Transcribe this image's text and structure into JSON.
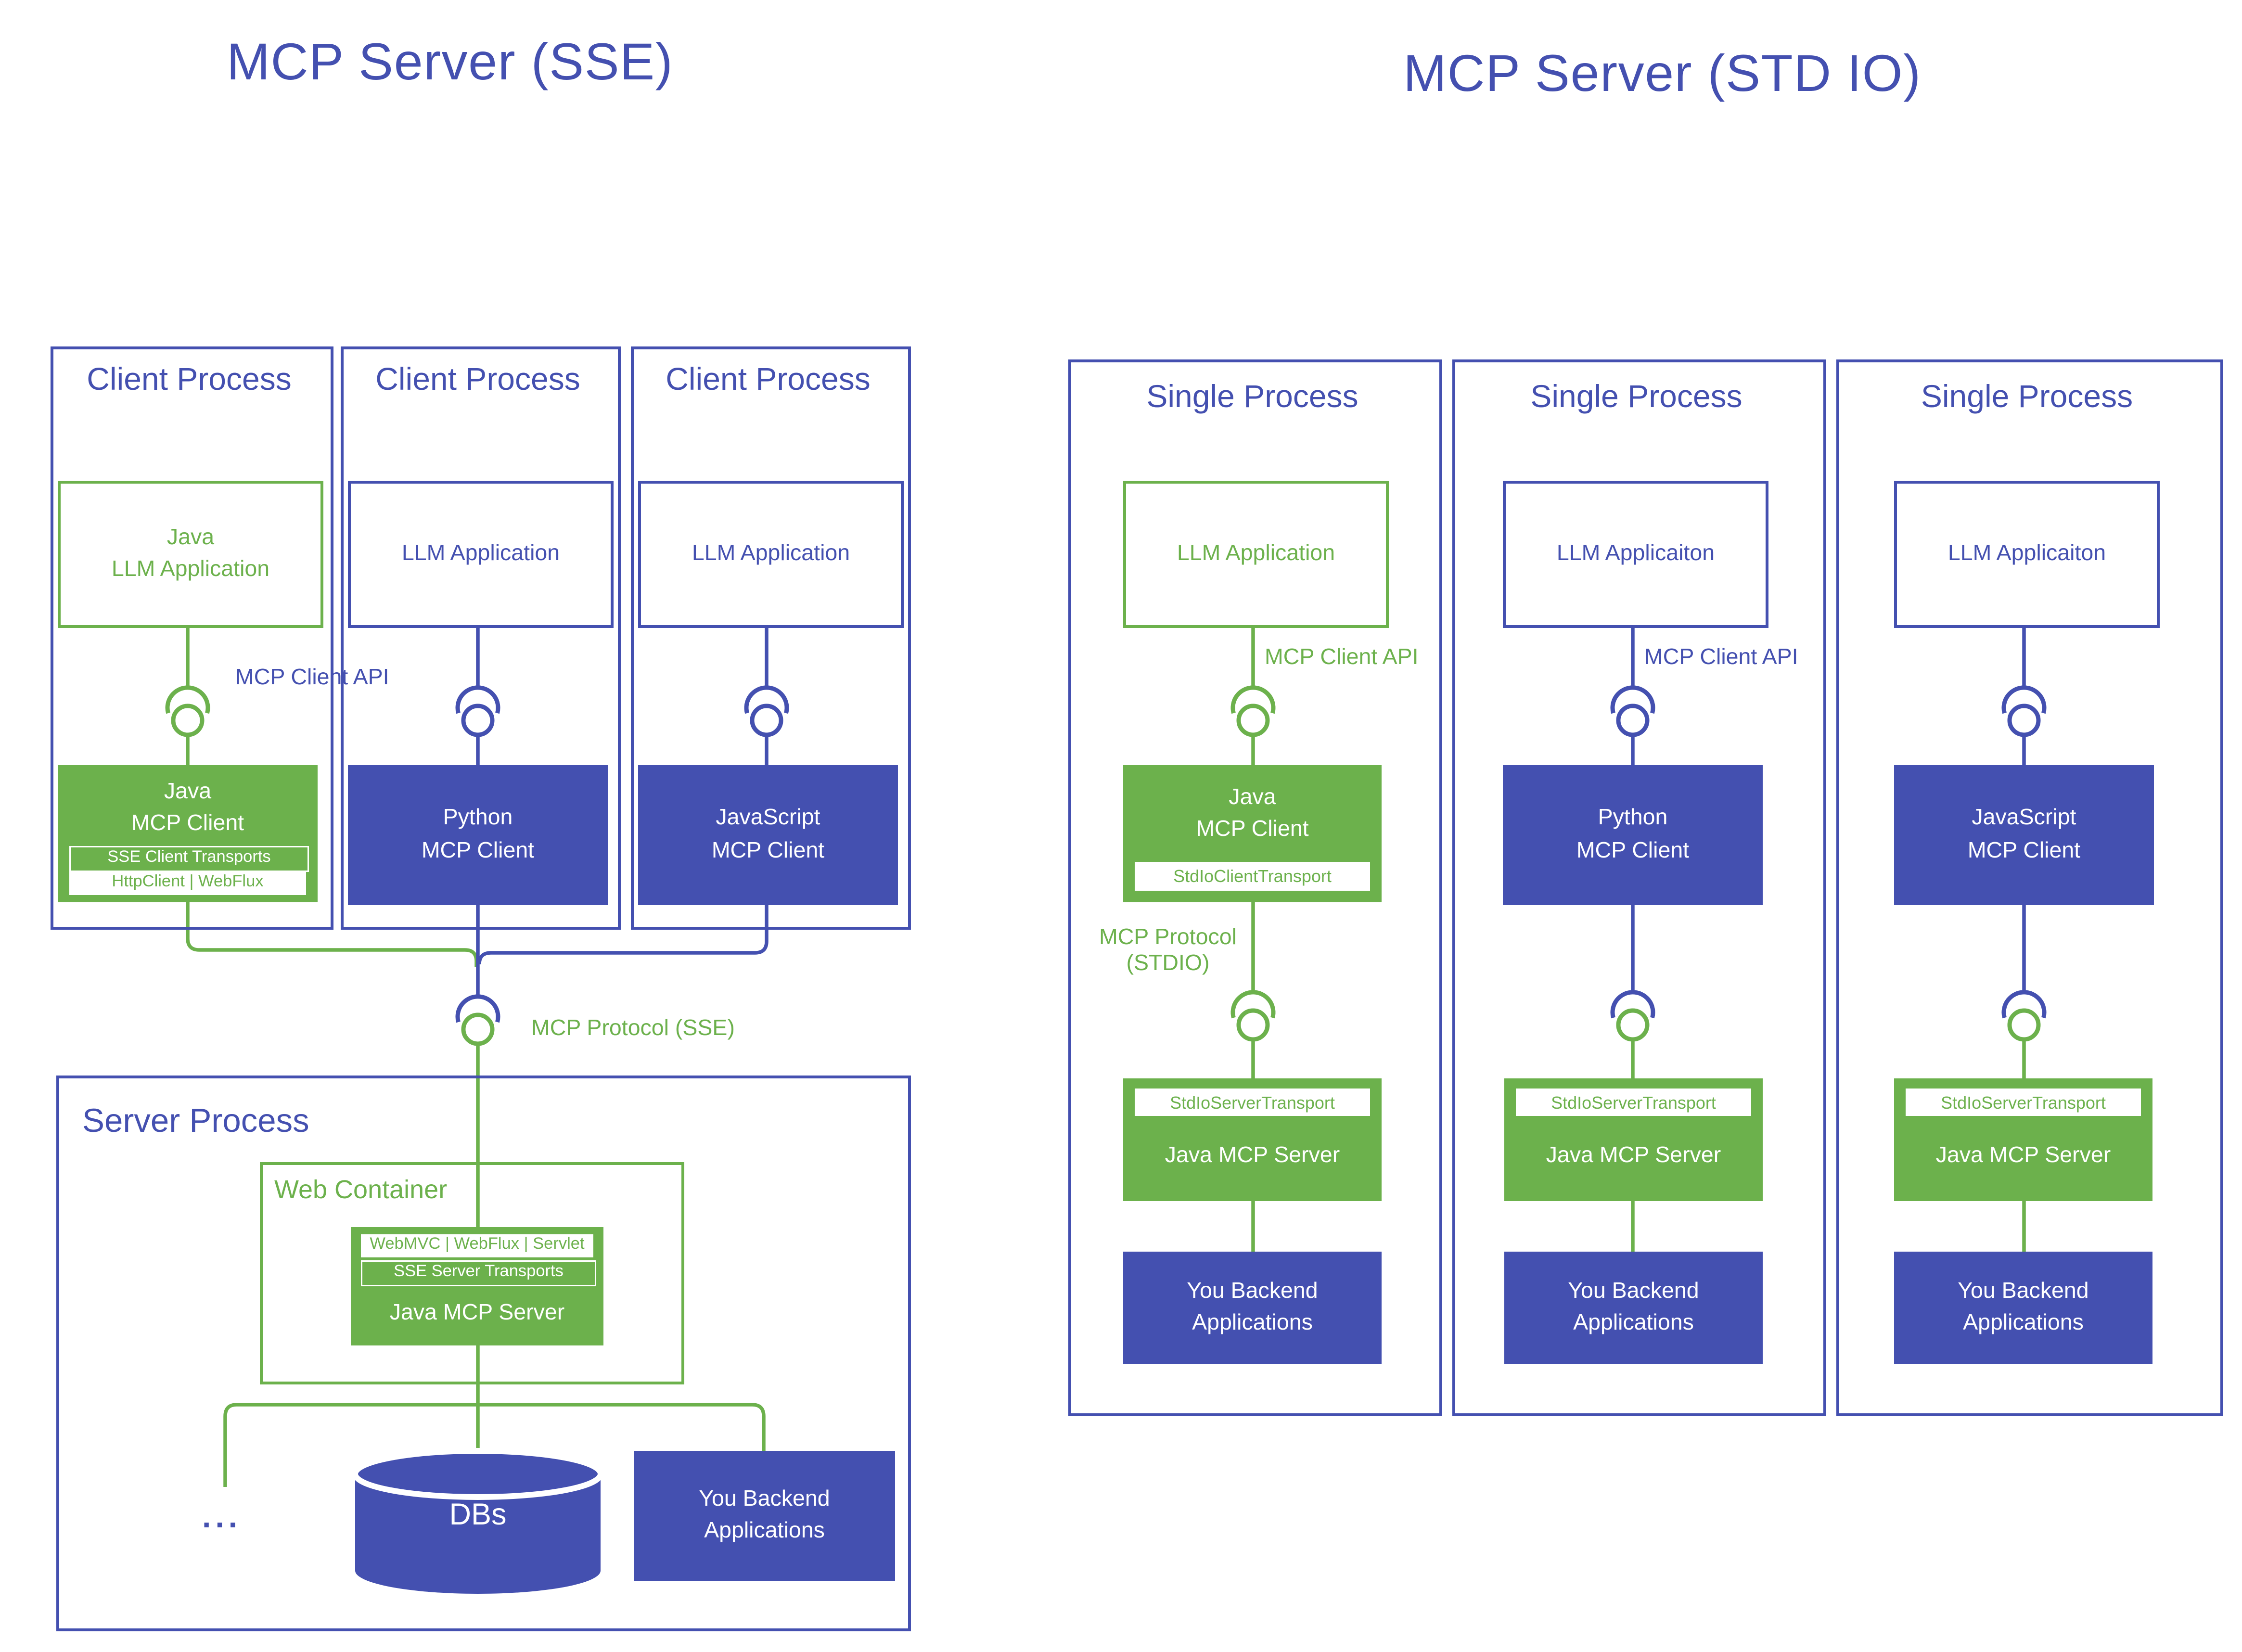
{
  "colors": {
    "green": "#6CB14C",
    "blue": "#4450B0"
  },
  "left": {
    "title": "MCP Server (SSE)",
    "client_api_label": "MCP Client API",
    "protocol_label": "MCP Protocol (SSE)",
    "clients": [
      {
        "frame": "Client Process",
        "app": "Java\nLLM Application",
        "client": "Java\nMCP Client",
        "transports": "SSE Client Transports",
        "impls": "HttpClient | WebFlux"
      },
      {
        "frame": "Client Process",
        "app": "LLM Application",
        "client": "Python\nMCP Client"
      },
      {
        "frame": "Client Process",
        "app": "LLM Application",
        "client": "JavaScript\nMCP Client"
      }
    ],
    "server": {
      "frame": "Server Process",
      "container": "Web Container",
      "frameworks": "WebMVC | WebFlux | Servlet",
      "transports": "SSE Server Transports",
      "name": "Java MCP Server",
      "ellipsis": "...",
      "db": "DBs",
      "backend": "You Backend\nApplications"
    }
  },
  "right": {
    "title": "MCP Server (STD IO)",
    "columns": [
      {
        "frame": "Single Process",
        "app": "LLM Application",
        "api_label": "MCP Client API",
        "client": "Java\nMCP Client",
        "client_transport": "StdIoClientTransport",
        "protocol_label": "MCP Protocol\n(STDIO)",
        "server_transport": "StdIoServerTransport",
        "server": "Java MCP Server",
        "backend": "You Backend\nApplications"
      },
      {
        "frame": "Single Process",
        "app": "LLM Applicaiton",
        "api_label": "MCP Client API",
        "client": "Python\nMCP Client",
        "server_transport": "StdIoServerTransport",
        "server": "Java MCP Server",
        "backend": "You Backend\nApplications"
      },
      {
        "frame": "Single Process",
        "app": "LLM Applicaiton",
        "client": "JavaScript\nMCP Client",
        "server_transport": "StdIoServerTransport",
        "server": "Java MCP Server",
        "backend": "You Backend\nApplications"
      }
    ]
  }
}
